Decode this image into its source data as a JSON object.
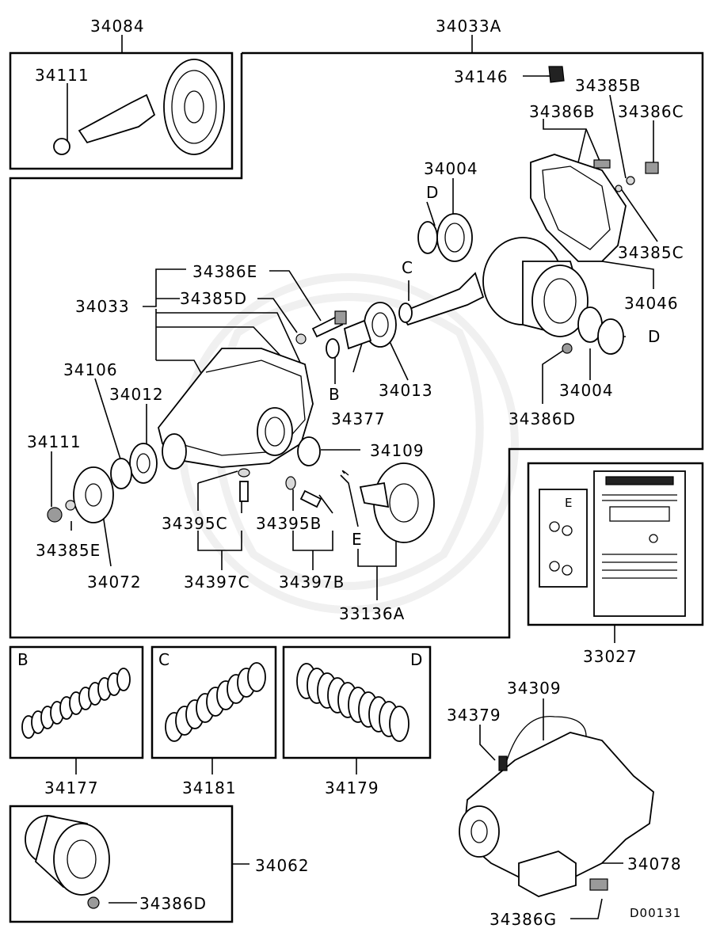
{
  "diagram_code": "D00131",
  "callouts": {
    "p34084": "34084",
    "p34033A": "34033A",
    "p34111_top": "34111",
    "p34146": "34146",
    "p34385B": "34385B",
    "p34386B": "34386B",
    "p34386C": "34386C",
    "p34004_top": "34004",
    "p34385C": "34385C",
    "p34386E": "34386E",
    "p34046": "34046",
    "p34033": "34033",
    "p34385D": "34385D",
    "p34106": "34106",
    "p34013": "34013",
    "p34004_mid": "34004",
    "p34012": "34012",
    "p34377": "34377",
    "p34386D_mid": "34386D",
    "p34111_left": "34111",
    "p34109": "34109",
    "p34395C": "34395C",
    "p34395B": "34395B",
    "p34385E": "34385E",
    "p34072": "34072",
    "p34397C": "34397C",
    "p34397B": "34397B",
    "p33136A": "33136A",
    "p33027": "33027",
    "p34177": "34177",
    "p34181": "34181",
    "p34179": "34179",
    "p34309": "34309",
    "p34379": "34379",
    "p34062": "34062",
    "p34386D_bot": "34386D",
    "p34078": "34078",
    "p34386G": "34386G"
  },
  "letters": {
    "D_top": "D",
    "C_top": "C",
    "D_right": "D",
    "B_mid": "B",
    "E_mid": "E",
    "E_label": "E",
    "box_B": "B",
    "box_C": "C",
    "box_D": "D"
  }
}
